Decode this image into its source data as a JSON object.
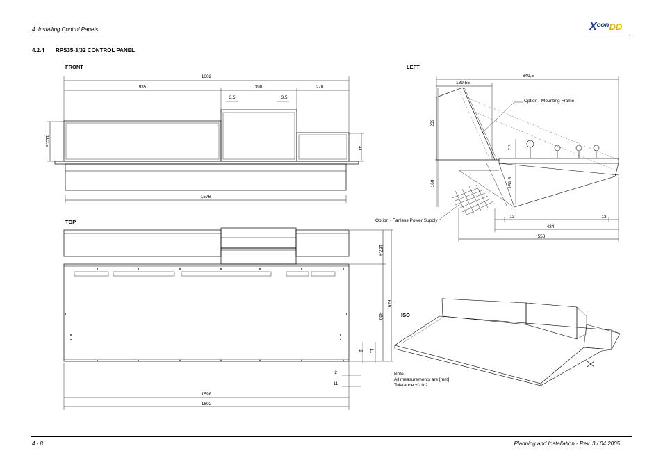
{
  "header": {
    "chapter": "4. Installing Control Panels",
    "logo_x": "X",
    "logo_con": "con",
    "logo_dd": "DD"
  },
  "section": {
    "number": "4.2.4",
    "title": "RPS35-3/32 CONTROL PANEL"
  },
  "views": {
    "front": "FRONT",
    "left": "LEFT",
    "top": "TOP",
    "iso": "ISO"
  },
  "front_dims": {
    "overall": "1602",
    "left": "935",
    "mid": "390",
    "right": "270",
    "gap1": "3.5",
    "gap2": "3.5",
    "height_left": "192.5",
    "height_right": "141",
    "bottom": "1576"
  },
  "left_dims": {
    "overall": "649,5",
    "top_depth": "189.55",
    "h1": "239",
    "h2": "160",
    "small": "7.3",
    "h3": "159.5",
    "d13a": "13",
    "d13b": "13",
    "d434": "434",
    "d558": "558",
    "mounting_frame": "Option - Mounting Frame",
    "power_supply": "Option - Fanless Power Supply"
  },
  "top_dims": {
    "d187": "187.4",
    "d649": "649",
    "d460": "460",
    "d2": "2",
    "d11": "11",
    "d2b": "2",
    "d11b": "11",
    "d1598": "1598",
    "d1602": "1602"
  },
  "note": {
    "line1": "Note",
    "line2": "All measurements are [mm].",
    "line3": "Tolerance +/- 0.2"
  },
  "footer": {
    "page": "4 - 8",
    "doc": "Planning and Installation - Rev. 3 / 04.2005"
  },
  "colors": {
    "logo_blue": "#1f3f9a",
    "logo_yellow": "#e8b800"
  }
}
